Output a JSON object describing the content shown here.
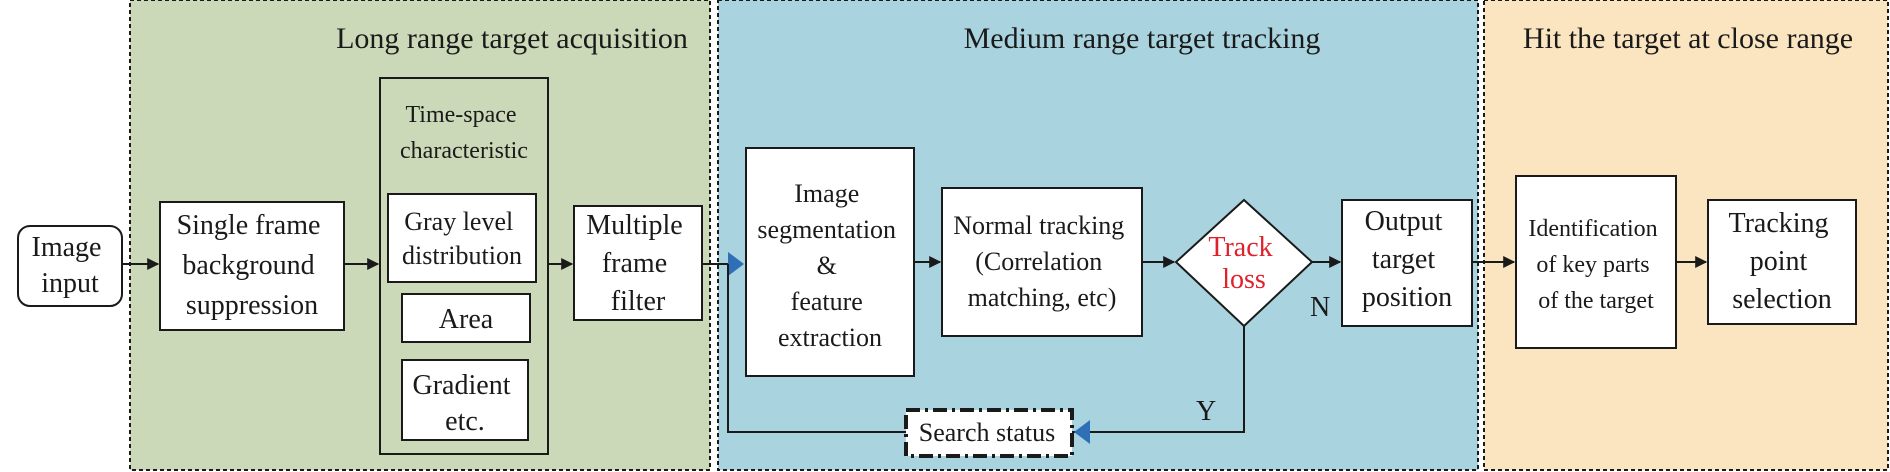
{
  "colors": {
    "long_range": "#cbd9b8",
    "medium_range": "#a9d3df",
    "close_range": "#fae5c0",
    "box_fill": "#ffffff",
    "stroke": "#1a1a1a",
    "accent_red": "#e0202a",
    "accent_blue": "#2e6fb5"
  },
  "sections": {
    "long_range": "Long range target acquisition",
    "medium_range": "Medium range target tracking",
    "close_range": "Hit the target at close range"
  },
  "nodes": {
    "image_input": [
      "Image",
      "input"
    ],
    "single_frame": [
      "Single frame",
      "background",
      "suppression"
    ],
    "time_space": [
      "Time-space",
      "characteristic"
    ],
    "gray_level": [
      "Gray level",
      "distribution"
    ],
    "area": [
      "Area"
    ],
    "gradient": [
      "Gradient",
      "etc."
    ],
    "multiple_frame": [
      "Multiple",
      "frame",
      "filter"
    ],
    "image_segmentation": [
      "Image",
      "segmentation",
      "&",
      "feature",
      "extraction"
    ],
    "normal_tracking": [
      "Normal tracking",
      "(Correlation",
      "matching, etc)"
    ],
    "track_loss": [
      "Track",
      "loss"
    ],
    "output_position": [
      "Output",
      "target",
      "position"
    ],
    "search_status": [
      "Search status"
    ],
    "identification": [
      "Identification",
      "of key parts",
      "of the target"
    ],
    "tracking_point": [
      "Tracking",
      "point",
      "selection"
    ]
  },
  "edge_labels": {
    "no": "N",
    "yes": "Y"
  }
}
